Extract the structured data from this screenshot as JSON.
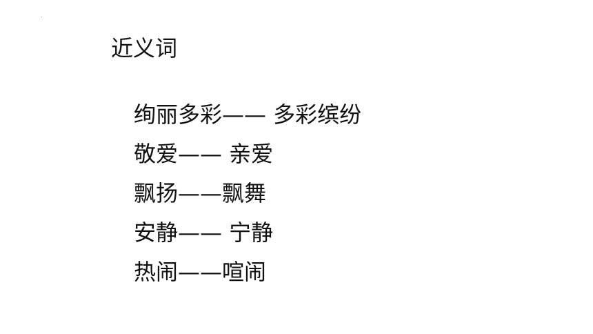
{
  "slide": {
    "title": "近义词",
    "pairs": [
      {
        "text": "绚丽多彩—— 多彩缤纷"
      },
      {
        "text": "敬爱—— 亲爱"
      },
      {
        "text": "飘扬——飘舞"
      },
      {
        "text": "安静—— 宁静"
      },
      {
        "text": "热闹——喧闹"
      }
    ]
  }
}
